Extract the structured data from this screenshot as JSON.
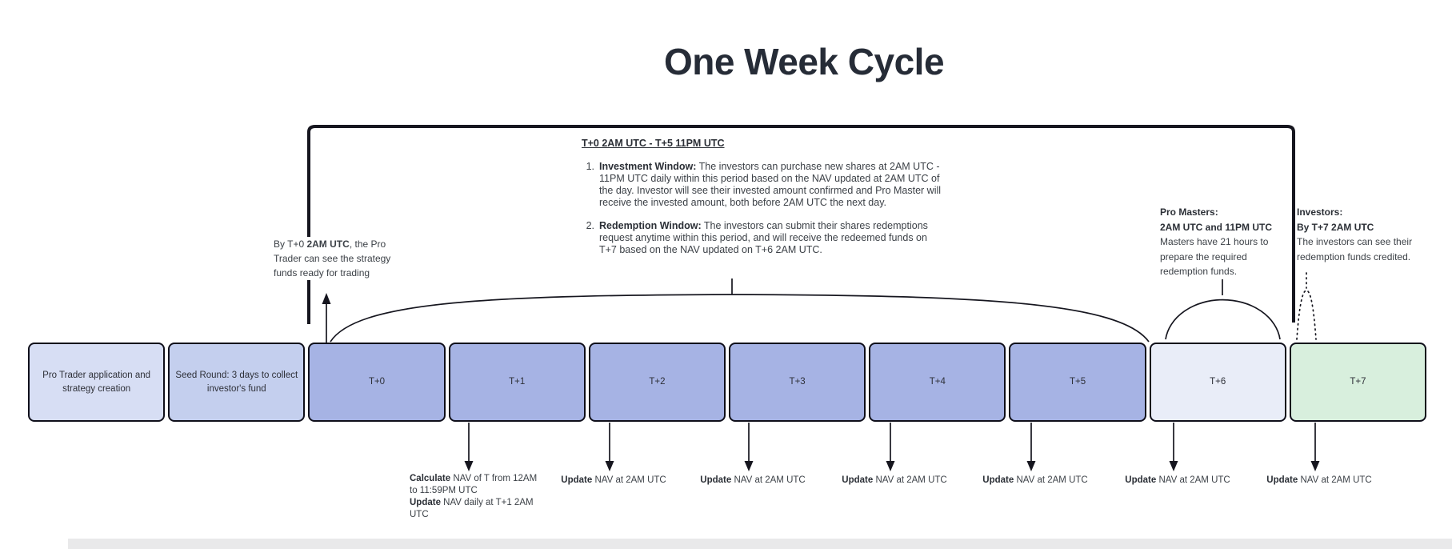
{
  "title": "One Week Cycle",
  "window_note": {
    "heading": "T+0 2AM UTC - T+5 11PM UTC",
    "items": [
      {
        "num": "1.",
        "label": "Investment Window:",
        "text": " The investors can purchase new shares at 2AM UTC - 11PM UTC daily within this period based on the NAV updated at 2AM UTC of the day. Investor will see their invested amount confirmed and Pro Master will receive the invested amount, both before 2AM UTC the next day."
      },
      {
        "num": "2.",
        "label": "Redemption Window:",
        "text": " The investors can submit their shares redemptions request anytime within this period, and will receive the redeemed funds on T+7 based on the NAV updated on T+6 2AM UTC."
      }
    ]
  },
  "pro_trader_note": {
    "pre": "By T+0 ",
    "bold": "2AM UTC",
    "post": ", the Pro Trader can see the strategy funds ready for trading"
  },
  "pro_masters_note": {
    "title": "Pro Masters:",
    "subtitle": "2AM UTC and 11PM UTC",
    "body": "Masters have 21 hours to prepare the required redemption funds."
  },
  "investors_note": {
    "title": "Investors:",
    "subtitle": "By T+7 2AM UTC",
    "body": "The investors can see their redemption funds credited."
  },
  "timeline": [
    {
      "label": "Pro Trader application and strategy creation",
      "color": "#d7def4"
    },
    {
      "label": "Seed Round: 3 days  to collect investor's fund",
      "color": "#c4cfee"
    },
    {
      "label": "T+0",
      "color": "#a6b3e4"
    },
    {
      "label": "T+1",
      "color": "#a6b3e4"
    },
    {
      "label": "T+2",
      "color": "#a6b3e4"
    },
    {
      "label": "T+3",
      "color": "#a6b3e4"
    },
    {
      "label": "T+4",
      "color": "#a6b3e4"
    },
    {
      "label": "T+5",
      "color": "#a6b3e4"
    },
    {
      "label": "T+6",
      "color": "#e9edf8"
    },
    {
      "label": "T+7",
      "color": "#d8efdd"
    }
  ],
  "nav_calc_note": {
    "bold1": "Calculate",
    "text1": " NAV of T from 12AM to 11:59PM UTC",
    "bold2": "Update",
    "text2": " NAV daily at T+1 2AM UTC"
  },
  "nav_update_note": {
    "bold": "Update",
    "text": " NAV at 2AM UTC"
  },
  "colors": {
    "line": "#16161f",
    "text": "#3c4147",
    "title": "#262c37"
  }
}
